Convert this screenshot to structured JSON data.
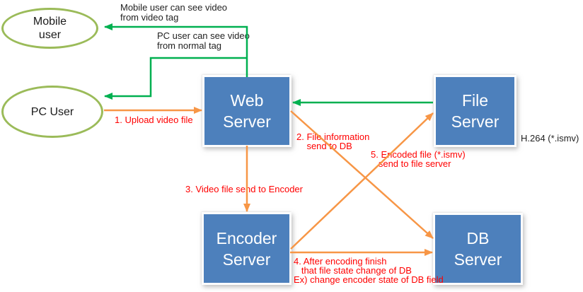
{
  "diagram": {
    "nodes": {
      "mobile_user": "Mobile\nuser",
      "pc_user": "PC User",
      "web_server": "Web\nServer",
      "file_server": "File\nServer",
      "encoder_server": "Encoder\nServer",
      "db_server": "DB\nServer"
    },
    "annotations": {
      "mobile_note": "Mobile user can see video\nfrom video tag",
      "pc_note": "PC user can see video\nfrom normal tag",
      "h264": "H.264 (*.ismv)"
    },
    "steps": {
      "step1": "1. Upload video file",
      "step2": "2. File information\n    send to DB",
      "step3": "3. Video file send to Encoder",
      "step4": "4. After encoding finish\n   that file state change of DB\nEx) change encoder state of DB field",
      "step5": "5. Encoded file (*.ismv)\n   send to file server"
    },
    "colors": {
      "server_box_fill": "#4D80BC",
      "ellipse_stroke": "#9BBB59",
      "flow_arrow_green": "#00B050",
      "flow_arrow_orange": "#F79646",
      "step_label_red": "#FF0000",
      "note_text_black": "#1F1F1F"
    }
  }
}
